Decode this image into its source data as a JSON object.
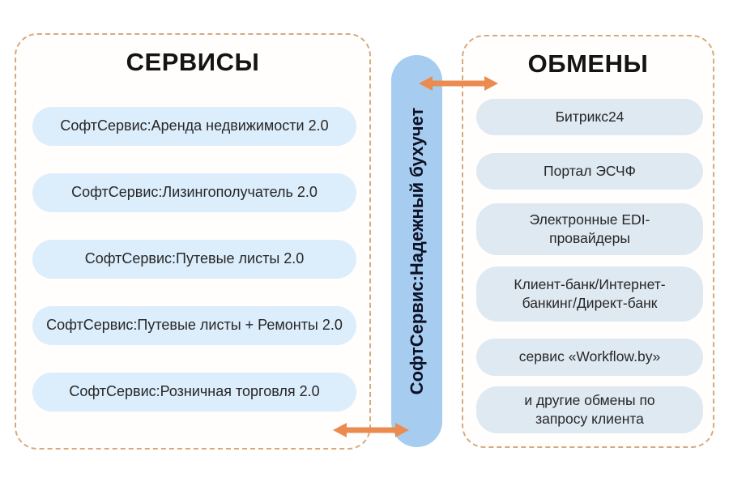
{
  "diagram": {
    "left_panel": {
      "title": "СЕРВИСЫ",
      "items": [
        "СофтСервис:Аренда недвижимости 2.0",
        "СофтСервис:Лизингополучатель 2.0",
        "СофтСервис:Путевые листы 2.0",
        "СофтСервис:Путевые листы + Ремонты 2.0",
        "СофтСервис:Розничная торговля 2.0"
      ]
    },
    "center_bar": {
      "label": "СофтСервис:Надежный бухучет"
    },
    "right_panel": {
      "title": "ОБМЕНЫ",
      "items": [
        "Битрикс24",
        "Портал ЭСЧФ",
        "Электронные EDI-провайдеры",
        "Клиент-банк/Интернет-банкинг/Директ-банк",
        "сервис «Workflow.by»",
        "и другие обмены по запросу клиента"
      ]
    },
    "colors": {
      "panel_border": "#d8a97d",
      "left_pill": "#dcedfb",
      "right_pill": "#dfe9f2",
      "center_bar": "#a6cdf0",
      "arrow": "#eb8b50",
      "title_text": "#141414",
      "pill_text": "#272727",
      "bar_text": "#0d1126"
    }
  }
}
